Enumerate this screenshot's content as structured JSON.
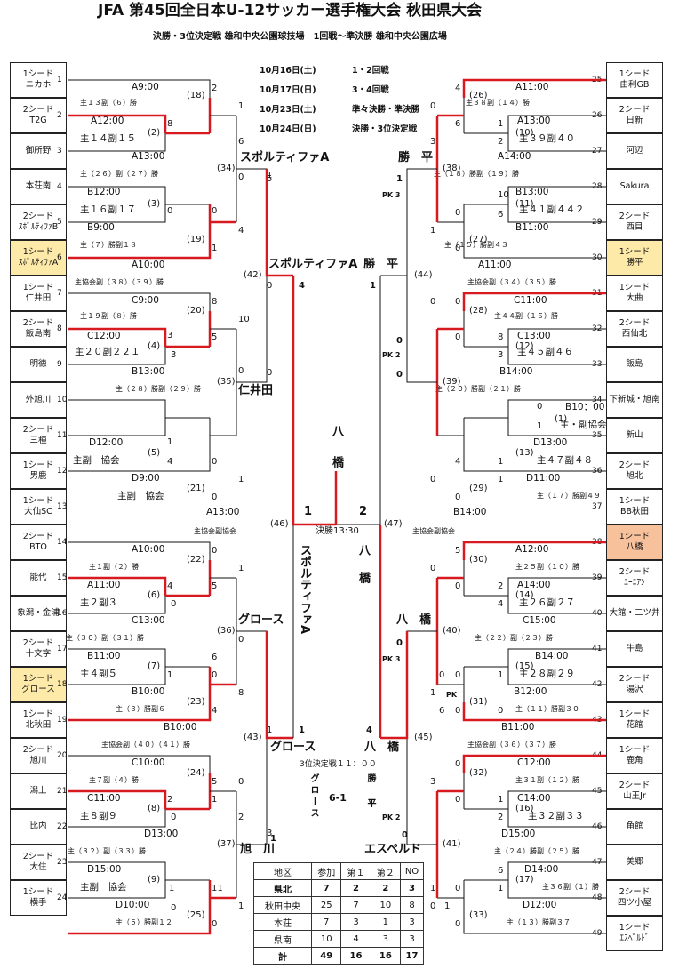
{
  "title": "JFA 第45回全日本U-12サッカー選手権大会 秋田県大会",
  "subtitle": "決勝・3位決定戦 雄和中央公園球技場　1回戦～準決勝 雄和中央公園広場",
  "schedule": [
    {
      "date": "10月16日(土)",
      "round": "1・2回戦"
    },
    {
      "date": "10月17日(日)",
      "round": "3・4回戦"
    },
    {
      "date": "10月23日(土)",
      "round": "準々決勝・準決勝"
    },
    {
      "date": "10月24日(日)",
      "round": "決勝・3位決定戦"
    }
  ],
  "left_teams": [
    {
      "no": "1",
      "seed": "1シード",
      "name": "ニカホ"
    },
    {
      "no": "2",
      "seed": "2シード",
      "name": "T2G"
    },
    {
      "no": "3",
      "seed": "",
      "name": "御所野"
    },
    {
      "no": "4",
      "seed": "",
      "name": "本荘南"
    },
    {
      "no": "5",
      "seed": "2シード",
      "name": "ｽﾎﾟﾙﾃｨﾌｧB"
    },
    {
      "no": "6",
      "seed": "1シード",
      "name": "ｽﾎﾟﾙﾃｨﾌｧA"
    },
    {
      "no": "7",
      "seed": "1シード",
      "name": "仁井田"
    },
    {
      "no": "8",
      "seed": "2シード",
      "name": "飯島南"
    },
    {
      "no": "9",
      "seed": "",
      "name": "明徳"
    },
    {
      "no": "10",
      "seed": "",
      "name": "外旭川"
    },
    {
      "no": "11",
      "seed": "2シード",
      "name": "三種"
    },
    {
      "no": "12",
      "seed": "1シード",
      "name": "男鹿"
    },
    {
      "no": "13",
      "seed": "1シード",
      "name": "大仙SC"
    },
    {
      "no": "14",
      "seed": "2シード",
      "name": "BTO"
    },
    {
      "no": "15",
      "seed": "",
      "name": "能代"
    },
    {
      "no": "16",
      "seed": "",
      "name": "象潟・金浦"
    },
    {
      "no": "17",
      "seed": "2シード",
      "name": "十文字"
    },
    {
      "no": "18",
      "seed": "1シード",
      "name": "グロース"
    },
    {
      "no": "19",
      "seed": "1シード",
      "name": "北秋田"
    },
    {
      "no": "20",
      "seed": "2シード",
      "name": "旭川"
    },
    {
      "no": "21",
      "seed": "",
      "name": "潟上"
    },
    {
      "no": "22",
      "seed": "",
      "name": "比内"
    },
    {
      "no": "23",
      "seed": "2シード",
      "name": "大住"
    },
    {
      "no": "24",
      "seed": "1シード",
      "name": "横手"
    }
  ],
  "right_teams": [
    {
      "no": "25",
      "seed": "1シード",
      "name": "由利GB"
    },
    {
      "no": "26",
      "seed": "2シード",
      "name": "日新"
    },
    {
      "no": "27",
      "seed": "",
      "name": "河辺"
    },
    {
      "no": "28",
      "seed": "",
      "name": "Sakura"
    },
    {
      "no": "29",
      "seed": "2シード",
      "name": "西目"
    },
    {
      "no": "30",
      "seed": "1シード",
      "name": "勝平"
    },
    {
      "no": "31",
      "seed": "1シード",
      "name": "大曲"
    },
    {
      "no": "32",
      "seed": "2シード",
      "name": "西仙北"
    },
    {
      "no": "33",
      "seed": "",
      "name": "飯島"
    },
    {
      "no": "34",
      "seed": "",
      "name": "下新城・旭南"
    },
    {
      "no": "35",
      "seed": "",
      "name": "新山"
    },
    {
      "no": "36",
      "seed": "2シード",
      "name": "旭北"
    },
    {
      "no": "37",
      "seed": "1シード",
      "name": "BB秋田"
    },
    {
      "no": "38",
      "seed": "1シード",
      "name": "八橋"
    },
    {
      "no": "39",
      "seed": "2シード",
      "name": "ﾕｰﾆｱﾝ"
    },
    {
      "no": "40",
      "seed": "",
      "name": "大館・二ツ井"
    },
    {
      "no": "41",
      "seed": "",
      "name": "牛島"
    },
    {
      "no": "42",
      "seed": "2シード",
      "name": "湯沢"
    },
    {
      "no": "43",
      "seed": "1シード",
      "name": "花館"
    },
    {
      "no": "44",
      "seed": "1シード",
      "name": "鹿角"
    },
    {
      "no": "45",
      "seed": "2シード",
      "name": "山王Jr"
    },
    {
      "no": "46",
      "seed": "",
      "name": "角館"
    },
    {
      "no": "47",
      "seed": "",
      "name": "美郷"
    },
    {
      "no": "48",
      "seed": "2シード",
      "name": "四ツ小屋"
    },
    {
      "no": "49",
      "seed": "1シード",
      "name": "ｴｽﾍﾟﾙﾄﾞ"
    }
  ],
  "labels": [
    "A9:00",
    "主１３副（６）勝",
    "A12:00",
    "主１４副１５",
    "A13:00",
    "主（２６）副（２７）勝",
    "B12:00",
    "主１６副１７",
    "B9:00",
    "主（７）勝副１８",
    "A10:00",
    "主協会副（３８）（３９）勝",
    "C9:00",
    "主１９副（８）勝",
    "C12:00",
    "主２０副２２１",
    "B13:00",
    "主（２８）勝副（２９）勝",
    "D12:00",
    "主副　協会",
    "D9:00",
    "主副　協会",
    "A13:00",
    "主協会副協会",
    "A10:00",
    "主１副（２）勝",
    "A11:00",
    "主２副３",
    "C13:00",
    "主（３０）副（３１）勝",
    "B11:00",
    "主４副５",
    "B10:00",
    "主（３）勝副６",
    "B10:00",
    "主協会副（４０）（４１）勝",
    "C10:00",
    "主７副（４）勝",
    "C11:00",
    "主８副９",
    "D13:00",
    "主（３２）副（３３）勝",
    "D15:00",
    "主副　協会",
    "D10:00",
    "主（５）勝副１２",
    "A11:00",
    "主３８副（１４）勝",
    "A13:00",
    "主３９副４０",
    "A14:00",
    "主（１８）勝副（１９）勝",
    "B13:00",
    "主４１副４４２",
    "B11:00",
    "主（１５）勝副４３",
    "A11:00",
    "主協会副（３４）（３５）勝",
    "C11:00",
    "主４４副（１６）勝",
    "C13:00",
    "主４５副４６",
    "B14:00",
    "主（２０）勝副（２１）勝",
    "B10：00",
    "主・副協会",
    "D13:00",
    "主４７副４８",
    "D11:00",
    "主（１７）勝副４９",
    "B14:00",
    "主協会副協会",
    "A12:00",
    "主２５副（１０）勝",
    "A14:00",
    "主２６副２７",
    "C15:00",
    "主（２２）副（２３）勝",
    "B14:00",
    "主２８副２９",
    "B12:00",
    "主（１１）勝副３０",
    "B11:00",
    "主協会副（３６）（３７）勝",
    "C12:00",
    "主３１副（１２）勝",
    "C14:00",
    "主３２副３３",
    "D15:00",
    "主（２４）勝副（２５）勝",
    "D14:00",
    "主３６副（１）勝",
    "D12:00",
    "主（１３）勝副３７"
  ],
  "match_nums": [
    "(18)",
    "(2)",
    "(34)",
    "(3)",
    "(19)",
    "(42)",
    "(20)",
    "(4)",
    "(35)",
    "(5)",
    "(21)",
    "(46)",
    "(22)",
    "(6)",
    "(36)",
    "(7)",
    "(23)",
    "(43)",
    "(24)",
    "(8)",
    "(37)",
    "(9)",
    "(25)",
    "(26)",
    "(10)",
    "(38)",
    "(11)",
    "(27)",
    "(44)",
    "(28)",
    "(12)",
    "(39)",
    "(1)",
    "(13)",
    "(29)",
    "(47)",
    "(30)",
    "(14)",
    "(40)",
    "(15)",
    "(31)",
    "(45)",
    "(32)",
    "(16)",
    "(41)",
    "(17)",
    "(33)"
  ],
  "scores": [
    "2",
    "8",
    "1",
    "0",
    "0",
    "4",
    "1",
    "6",
    "0",
    "8",
    "5",
    "3",
    "3",
    "10",
    "0",
    "1",
    "4",
    "0",
    "1",
    "0",
    "0",
    "1",
    "0",
    "5",
    "4",
    "0",
    "8",
    "6",
    "0",
    "1",
    "4",
    "0",
    "2",
    "5",
    "1",
    "2",
    "0",
    "0",
    "11",
    "1",
    "0",
    "0",
    "1",
    "3",
    "1",
    "0",
    "5",
    "1",
    "0",
    "4",
    "6",
    "1",
    "2",
    "3",
    "1",
    "0",
    "0",
    "10",
    "6",
    "0",
    "0",
    "0",
    "8",
    "3",
    "0",
    "4",
    "0",
    "1",
    "1",
    "0",
    "1",
    "0",
    "5",
    "0",
    "2",
    "4",
    "1",
    "0",
    "0",
    "1",
    "6",
    "0",
    "0",
    "3",
    "0",
    "0",
    "1",
    "2",
    "1",
    "0",
    "0",
    "6",
    "1",
    "0",
    "1",
    "0",
    "4"
  ],
  "center": {
    "qf_left_top": "スポルティファA",
    "qf_right_top": "勝　平",
    "sf_left": "スポルティファA",
    "sf_right": "勝　平",
    "qf_left_mid": "仁井田",
    "qf_left_bot": "グロース",
    "qf_right_mid": "八　橋",
    "sf_left_bot": "グロース",
    "sf_right_bot": "八　橋",
    "qf_left_last": "旭　川",
    "qf_right_last": "エスペルド",
    "champion": "八橋",
    "final_label": "決勝13:30",
    "final_left_score": "1",
    "final_right_score": "2",
    "final_left_team": "スポルティファA",
    "final_right_team": "八橋",
    "third_label": "3位決定戦１１：００",
    "third_left": "グロース",
    "third_right": "勝平",
    "third_score": "6-1",
    "pk_labels": [
      "PK 3",
      "PK 2",
      "PK 3",
      "PK 2",
      "PK"
    ],
    "sf_scores": [
      "4",
      "1",
      "1",
      "4",
      "1",
      "0",
      "0",
      "0",
      "0",
      "1"
    ]
  },
  "stats": {
    "headers": [
      "地区",
      "参加",
      "第１",
      "第２",
      "NO"
    ],
    "rows": [
      [
        "県北",
        "7",
        "2",
        "2",
        "3"
      ],
      [
        "秋田中央",
        "25",
        "7",
        "10",
        "8"
      ],
      [
        "本荘",
        "7",
        "3",
        "1",
        "3"
      ],
      [
        "県南",
        "10",
        "4",
        "3",
        "3"
      ],
      [
        "計",
        "49",
        "16",
        "16",
        "17"
      ]
    ]
  }
}
